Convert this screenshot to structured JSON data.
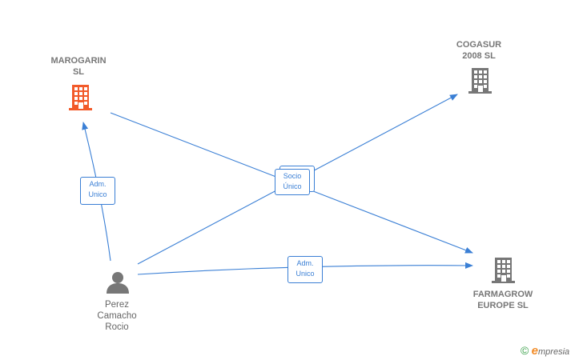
{
  "nodes": {
    "marogarin": {
      "line1": "MAROGARIN",
      "line2": "SL",
      "color": "#f25a2a"
    },
    "cogasur": {
      "line1": "COGASUR",
      "line2": "2008 SL",
      "color": "#777777"
    },
    "farmagrow": {
      "line1": "FARMAGROW",
      "line2": "EUROPE  SL",
      "color": "#777777"
    },
    "person": {
      "line1": "Perez",
      "line2": "Camacho",
      "line3": "Rocio",
      "color": "#777777"
    }
  },
  "edges": {
    "adm_unico_marogarin": {
      "line1": "Adm.",
      "line2": "Unico"
    },
    "socio_unico": {
      "line1": "Socio",
      "line2": "Único"
    },
    "adm_unico_farmagrow": {
      "line1": "Adm.",
      "line2": "Unico"
    }
  },
  "colors": {
    "edge": "#3a7fd5"
  },
  "watermark": {
    "copyright": "©",
    "brand_initial": "e",
    "brand_rest": "mpresia"
  }
}
